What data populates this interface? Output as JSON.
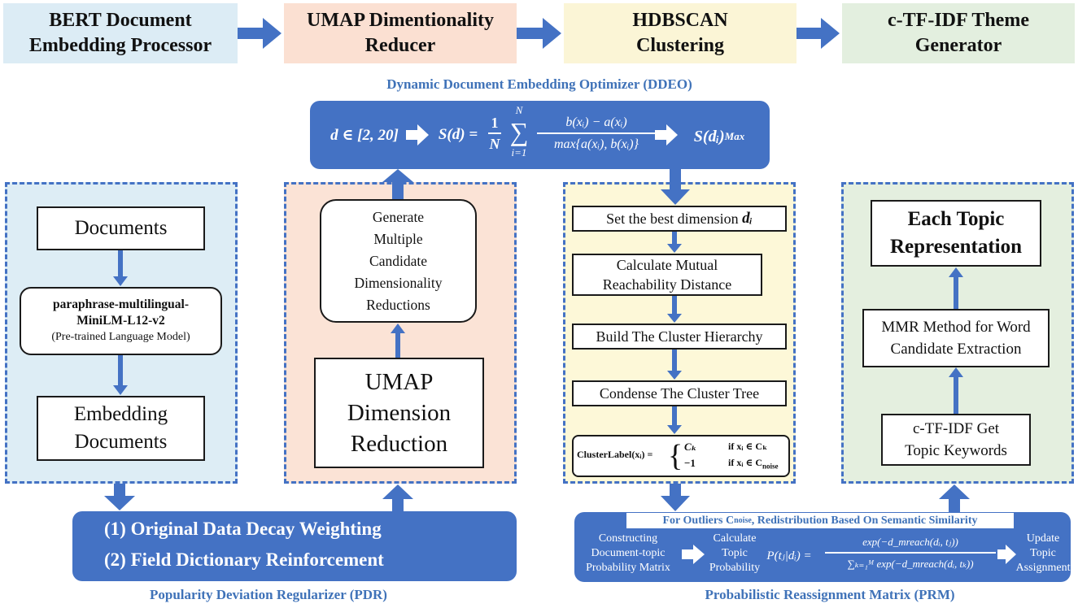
{
  "pipeline": {
    "stages": [
      {
        "label": "BERT Document\nEmbedding Processor",
        "color": "#dcecf5"
      },
      {
        "label": "UMAP Dimentionality\nReducer",
        "color": "#fbe0d2"
      },
      {
        "label": "HDBSCAN\nClustering",
        "color": "#fbf5d6"
      },
      {
        "label": "c-TF-IDF Theme\nGenerator",
        "color": "#e3efdf"
      }
    ]
  },
  "ddeo": {
    "title": "Dynamic Document Embedding Optimizer (DDEO)",
    "range": "d ∈ [2,  20]",
    "formula_lhs": "S(d) =",
    "frac_one_num": "1",
    "frac_one_den": "N",
    "sum_top": "N",
    "sum_symbol": "∑",
    "sum_bottom": "i=1",
    "frac_num": "b(xᵢ) − a(xᵢ)",
    "frac_den": "max{a(xᵢ), b(xᵢ)}",
    "result": "S(dᵢ)",
    "result_sub": "Max"
  },
  "bert_panel": {
    "documents": "Documents",
    "model_name": "paraphrase-multilingual-\nMiniLM-L12-v2",
    "model_note": "(Pre-trained Language Model)",
    "embedding": "Embedding\nDocuments"
  },
  "umap_panel": {
    "generate": "Generate\nMultiple\nCandidate\nDimensionality\nReductions",
    "reduction": "UMAP\nDimension\nReduction"
  },
  "hdbscan_panel": {
    "steps": [
      "Set the best dimension",
      "Calculate Mutual\nReachability Distance",
      "Build The Cluster Hierarchy",
      "Condense The Cluster Tree"
    ],
    "best_dim_symbol": "dᵢ",
    "cluster_label": "ClusterLabel(xᵢ) =",
    "case1_value": "Cₖ",
    "case1_cond": "if xᵢ ∈ Cₖ",
    "case2_value": "−1",
    "case2_cond": "if xᵢ ∈ C",
    "case2_sub": "noise"
  },
  "ctfidf_panel": {
    "topic": "Each Topic\nRepresentation",
    "mmr": "MMR Method for Word\nCandidate Extraction",
    "keywords": "c-TF-IDF Get\nTopic Keywords"
  },
  "pdr": {
    "item1": "(1)  Original Data Decay Weighting",
    "item2": "(2)  Field Dictionary Reinforcement",
    "caption": "Popularity Deviation Regularizer (PDR)"
  },
  "prm": {
    "header": "For Outliers C",
    "header_sub": "noise",
    "header_rest": ",  Redistribution Based On Semantic Similarity",
    "step1": "Constructing\nDocument-topic\nProbability Matrix",
    "step2": "Calculate\nTopic\nProbability",
    "prob_lhs": "P(tⱼ|dᵢ) =",
    "prob_num": "exp(−d_mreach(dᵢ, tⱼ))",
    "prob_den": "∑ₖ₌₁ᴹ exp(−d_mreach(dᵢ, tₖ))",
    "step3": "Update\nTopic\nAssignment",
    "caption": "Probabilistic Reassignment Matrix (PRM)"
  },
  "colors": {
    "accent_blue": "#4472c4",
    "title_blue": "#3f72b8",
    "bert_panel": "#ddedf5",
    "umap_panel": "#fbe3d6",
    "hdbscan_panel": "#fdf8d8",
    "ctfidf_panel": "#e4efdf"
  }
}
